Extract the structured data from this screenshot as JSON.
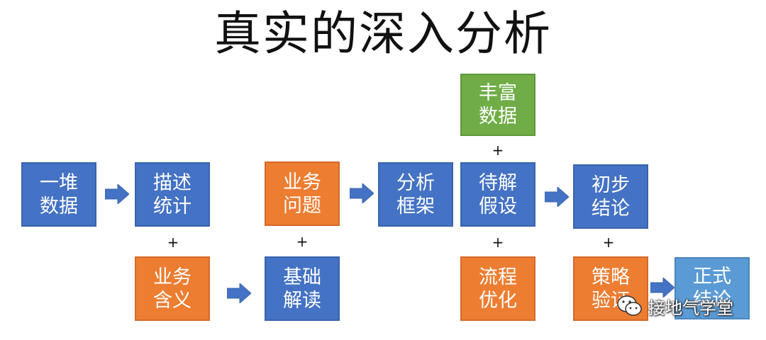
{
  "title": "真实的深入分析",
  "colors": {
    "blue": "#4472c4",
    "orange": "#ed7d31",
    "green": "#70ad47",
    "light_blue": "#5b9bd5",
    "arrow": "#4472c4"
  },
  "nodes": {
    "raw_data": "一堆\n数据",
    "describe_stats": "描述\n统计",
    "business_meaning": "业务\n含义",
    "business_problem": "业务\n问题",
    "basic_interpretation": "基础\n解读",
    "analysis_framework": "分析\n框架",
    "rich_data": "丰富\n数据",
    "hypothesis": "待解\n假设",
    "process_optimization": "流程\n优化",
    "preliminary_conclusion": "初步\n结论",
    "strategy_validation": "策略\n验证",
    "formal_conclusion": "正式\n结论"
  },
  "plus_sign": "+",
  "watermark": {
    "text": "接地气学堂",
    "icon": "wechat-icon"
  }
}
